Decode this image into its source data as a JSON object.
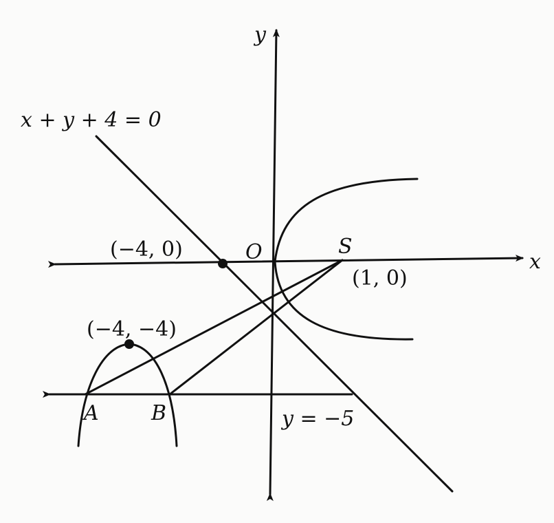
{
  "diagram": {
    "axis_labels": {
      "x": "x",
      "y": "y"
    },
    "line_label": "x + y + 4 = 0",
    "directrix_label": "y = −5",
    "points": {
      "origin": "O",
      "focus_name": "S",
      "focus_coord": "(1, 0)",
      "line_x_intercept": "(−4, 0)",
      "vertex": "(−4, −4)",
      "A": "A",
      "B": "B"
    },
    "colors": {
      "ink": "#111111",
      "paper": "#fbfbfa"
    }
  }
}
